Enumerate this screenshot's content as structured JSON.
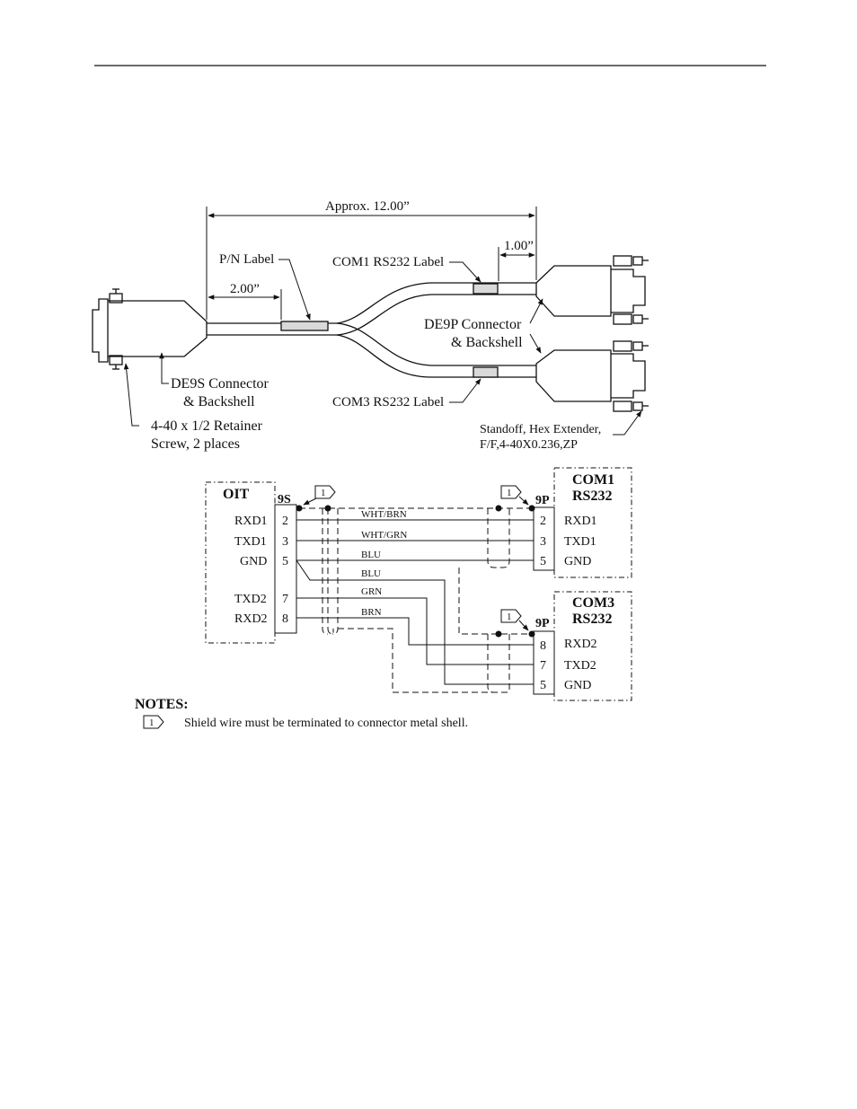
{
  "cable": {
    "overall_length": "Approx. 12.00”",
    "pn_dim": "2.00”",
    "end_dim": "1.00”",
    "pn_label": "P/N Label",
    "com1_label": "COM1 RS232 Label",
    "com3_label": "COM3 RS232 Label",
    "de9s_line1": "DE9S Connector",
    "de9s_line2": "& Backshell",
    "de9p_line1": "DE9P Connector",
    "de9p_line2": "& Backshell",
    "retainer_line1": "4-40 x 1/2 Retainer",
    "retainer_line2": "Screw, 2 places",
    "standoff_line1": "Standoff, Hex Extender,",
    "standoff_line2": "F/F,4-40X0.236,ZP"
  },
  "schematic": {
    "oit_title": "OIT",
    "oit_conn": "9S",
    "oit_signals": [
      "RXD1",
      "TXD1",
      "GND",
      "TXD2",
      "RXD2"
    ],
    "oit_pins": [
      "2",
      "3",
      "5",
      "7",
      "8"
    ],
    "wires": [
      "WHT/BRN",
      "WHT/GRN",
      "BLU",
      "BLU",
      "GRN",
      "BRN"
    ],
    "com1_title_1": "COM1",
    "com1_title_2": "RS232",
    "com1_conn": "9P",
    "com1_pins": [
      "2",
      "3",
      "5"
    ],
    "com1_signals": [
      "RXD1",
      "TXD1",
      "GND"
    ],
    "com3_title_1": "COM3",
    "com3_title_2": "RS232",
    "com3_conn": "9P",
    "com3_pins": [
      "8",
      "7",
      "5"
    ],
    "com3_signals": [
      "RXD2",
      "TXD2",
      "GND"
    ],
    "flag_num": "1"
  },
  "notes": {
    "title": "NOTES:",
    "flag_num": "1",
    "note1": "Shield wire must be terminated to connector metal shell."
  }
}
